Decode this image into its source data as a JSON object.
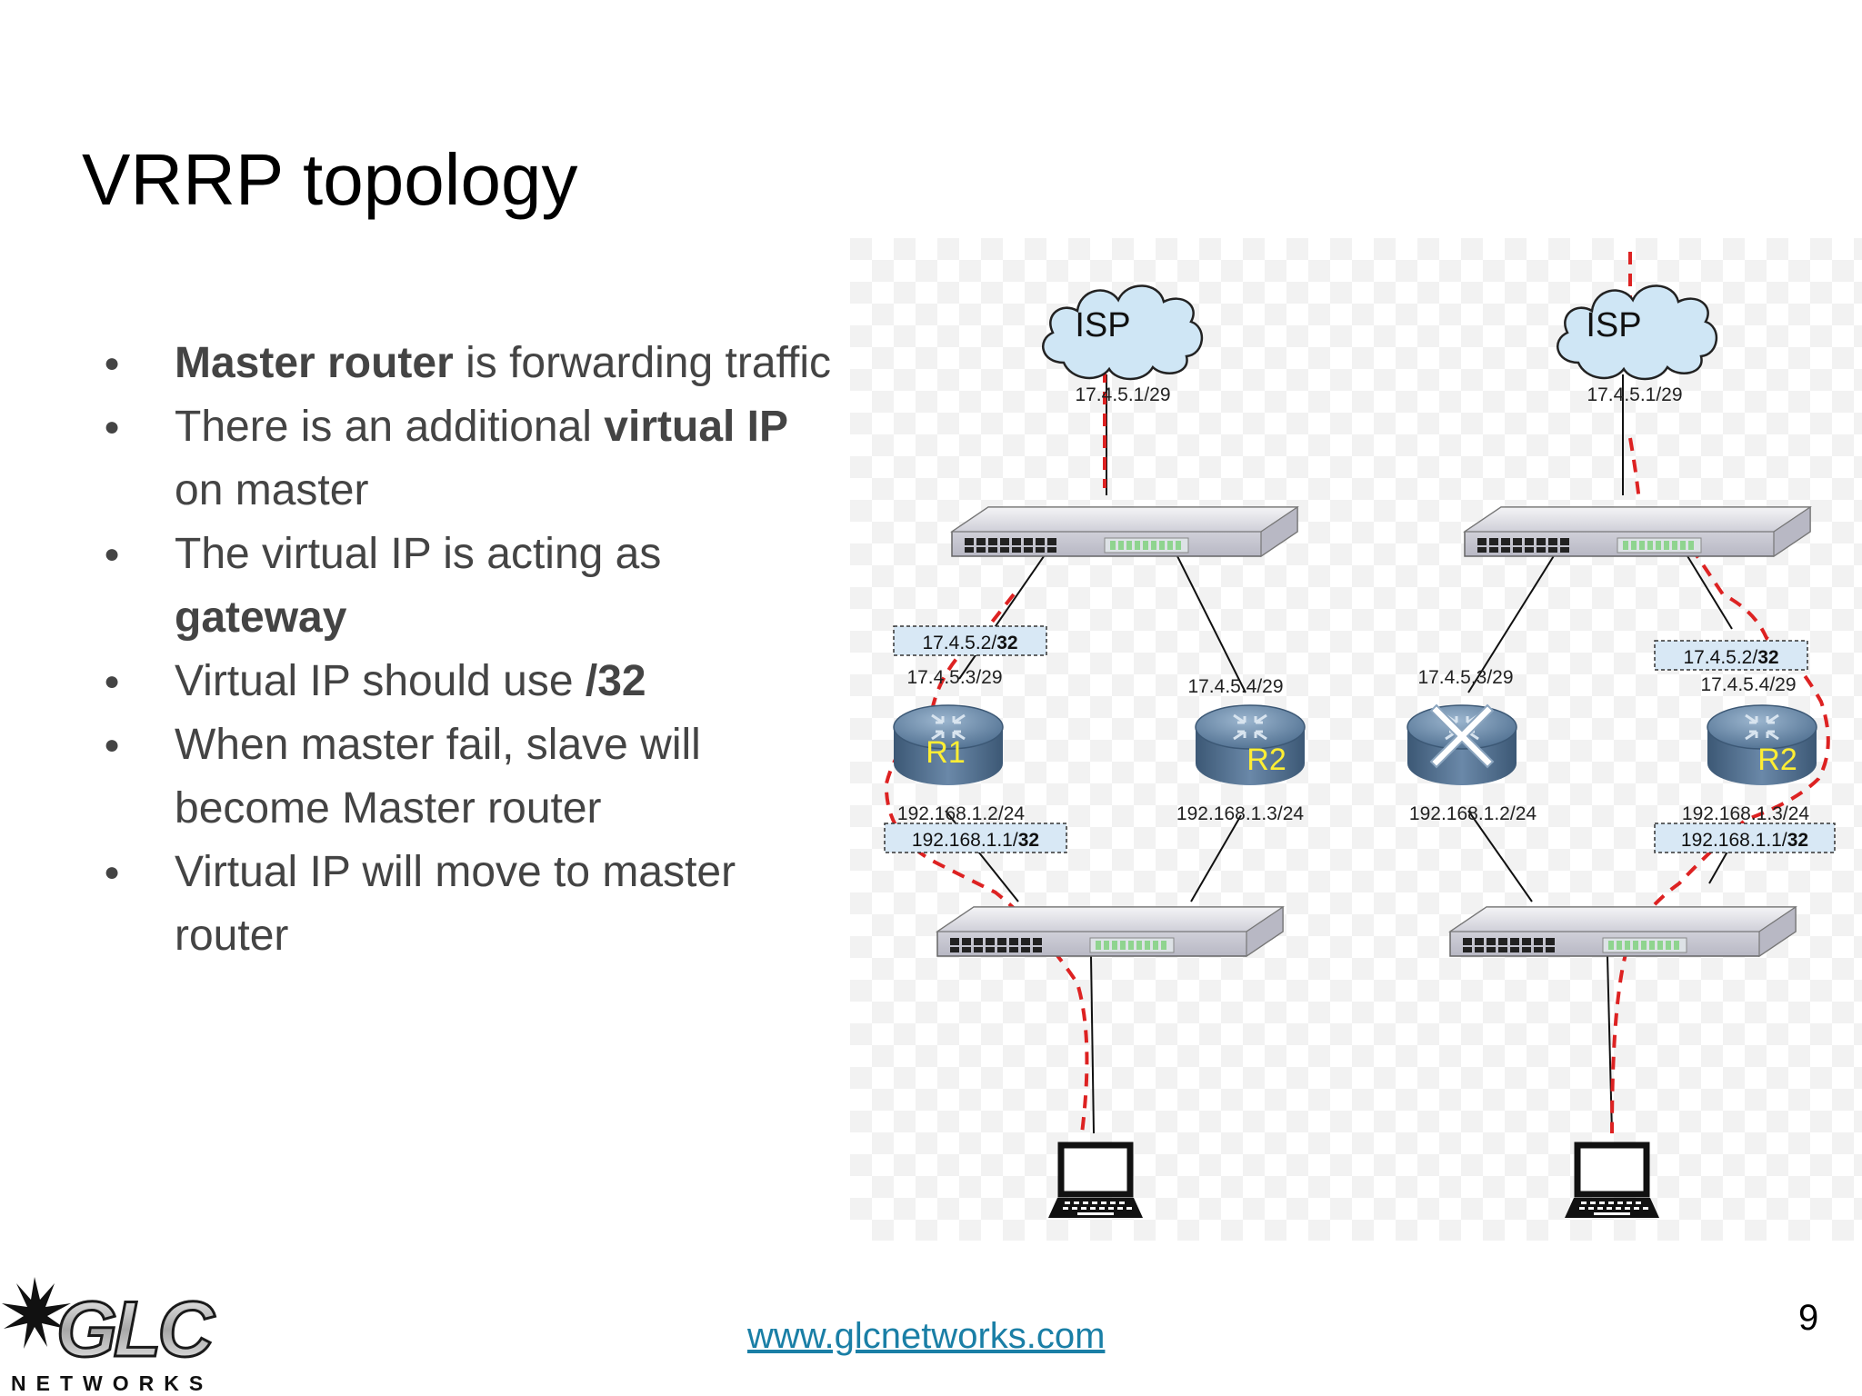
{
  "title": "VRRP topology",
  "bullets": [
    {
      "bold": "Master router",
      "rest": " is forwarding traffic"
    },
    {
      "pre": "There is an additional ",
      "bold": "virtual IP",
      "post": " on master"
    },
    {
      "pre": "The virtual IP is acting as ",
      "bold": "gateway"
    },
    {
      "pre": "Virtual IP should use ",
      "bold": "/32"
    },
    {
      "pre": "When master fail, slave will become Master router"
    },
    {
      "pre": "Virtual IP will move to master router"
    }
  ],
  "diagram": {
    "left": {
      "isp_label": "ISP",
      "isp_ip": "17.4.5.1/29",
      "vip_wan": {
        "base": "17.4.5.2/",
        "bold": "32"
      },
      "r1_wan": "17.4.5.3/29",
      "r2_wan": "17.4.5.4/29",
      "r1_label": "R1",
      "r2_label": "R2",
      "r1_lan": "192.168.1.2/24",
      "r2_lan": "192.168.1.3/24",
      "vip_lan": {
        "base": "192.168.1.1/",
        "bold": "32"
      }
    },
    "right": {
      "isp_label": "ISP",
      "isp_ip": "17.4.5.1/29",
      "vip_wan": {
        "base": "17.4.5.2/",
        "bold": "32"
      },
      "r1_wan": "17.4.5.3/29",
      "r2_wan": "17.4.5.4/29",
      "r2_label": "R2",
      "r1_lan": "192.168.1.2/24",
      "r2_lan": "192.168.1.3/24",
      "vip_lan": {
        "base": "192.168.1.1/",
        "bold": "32"
      }
    }
  },
  "footer": {
    "url": "www.glcnetworks.com",
    "page": "9"
  },
  "logo": {
    "wordmark": "GLC",
    "tagline": "NETWORKS"
  },
  "colors": {
    "traffic": "#dd2222",
    "cloud": "#cfe6f5",
    "router": "#5a7898",
    "router_label": "#ffee33",
    "link": "#1a7fa6"
  }
}
